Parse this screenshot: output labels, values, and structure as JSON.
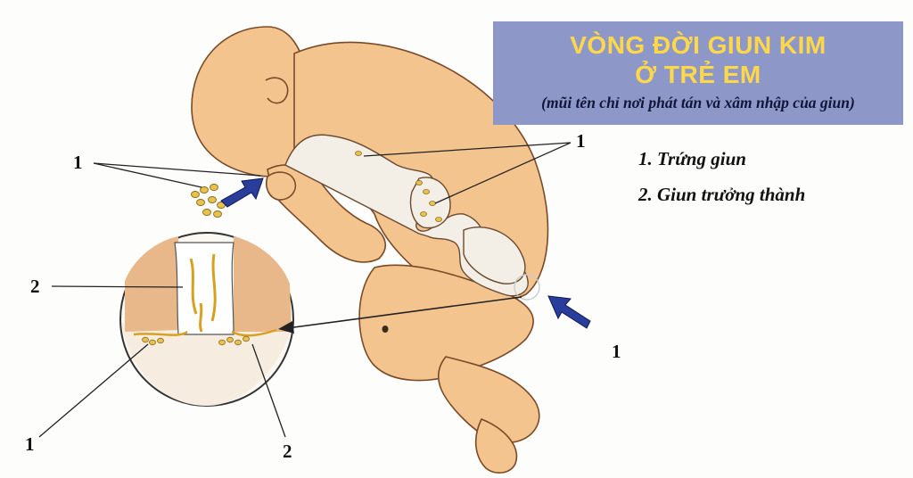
{
  "title": {
    "line1": "VÒNG ĐỜI GIUN KIM",
    "line2": "Ở TRẺ EM",
    "subtitle": "(mũi tên chỉ nơi phát tán và xâm nhập của giun)"
  },
  "legend": [
    {
      "text": "1. Trứng giun"
    },
    {
      "text": "2. Giun trưởng thành"
    }
  ],
  "labels": {
    "eggs_near_mouth": "1",
    "gut_eggs": "1",
    "anus_arrow": "1",
    "inset_worm_top": "2",
    "inset_eggs_bottom": "1",
    "inset_worm_bottom": "2"
  },
  "colors": {
    "title_box": "#8e98c8",
    "title_text": "#ffd84a",
    "skin": "#f4c48e",
    "arrow": "#2a3d9a",
    "egg": "#e8c24a"
  }
}
